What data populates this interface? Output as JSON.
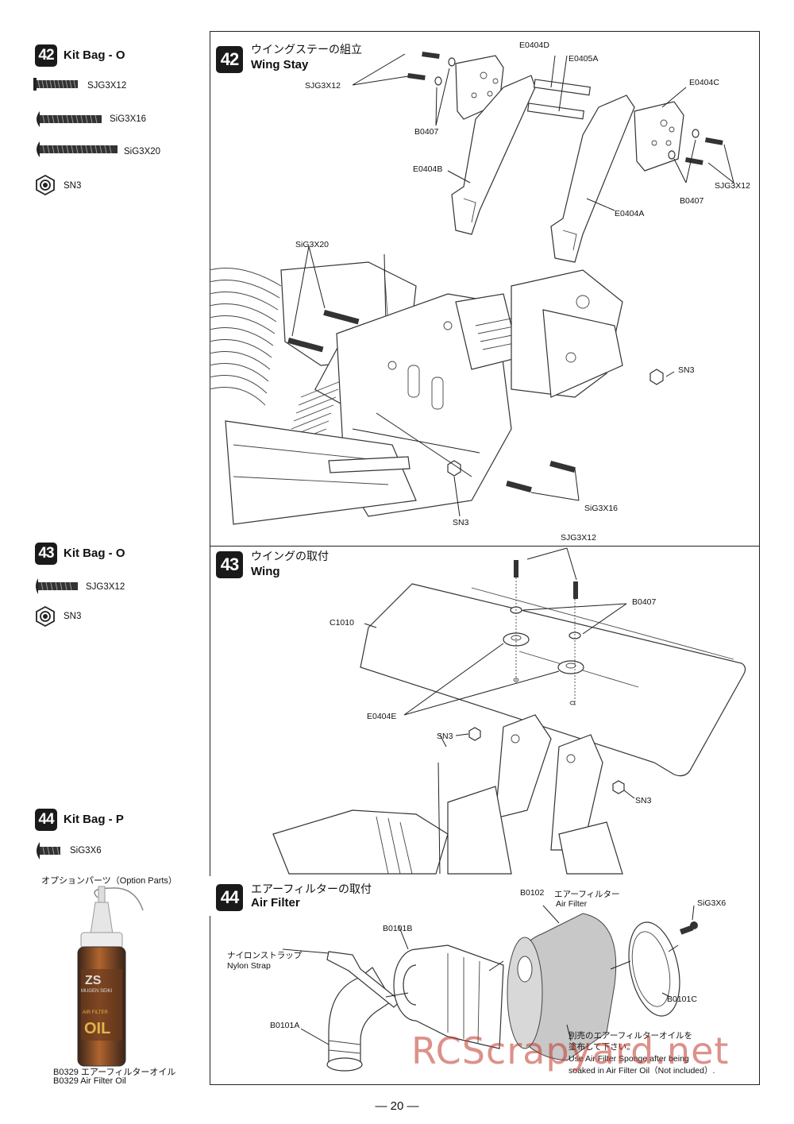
{
  "sidebar": {
    "bag42": {
      "step": "42",
      "title": "Kit Bag - O",
      "parts": [
        "SJG3X12",
        "SiG3X16",
        "SiG3X20",
        "SN3"
      ]
    },
    "bag43": {
      "step": "43",
      "title": "Kit Bag - O",
      "parts": [
        "SJG3X12",
        "SN3"
      ]
    },
    "bag44": {
      "step": "44",
      "title": "Kit Bag - P",
      "parts": [
        "SiG3X6"
      ]
    },
    "option": {
      "heading": "オプションパーツ（Option Parts）",
      "bottle_text": [
        "ZS",
        "MUGEN SEIKI",
        "AIR FILTER",
        "OIL"
      ],
      "caption_jp": "B0329 エアーフィルターオイル",
      "caption_en": "B0329 Air Filter Oil"
    }
  },
  "steps": {
    "s42": {
      "num": "42",
      "title_jp": "ウイングステーの組立",
      "title_en": "Wing Stay",
      "labels": {
        "e0404d": "E0404D",
        "e0405a": "E0405A",
        "e0404c": "E0404C",
        "sjg_left": "SJG3X12",
        "b0407_left": "B0407",
        "e0404b": "E0404B",
        "e0404a": "E0404A",
        "b0407_right": "B0407",
        "sjg_right": "SJG3X12",
        "sig20": "SiG3X20",
        "sn3_right": "SN3",
        "sig16": "SiG3X16",
        "sn3_bottom": "SN3"
      }
    },
    "s43": {
      "num": "43",
      "title_jp": "ウイングの取付",
      "title_en": "Wing",
      "labels": {
        "sjg": "SJG3X12",
        "b0407": "B0407",
        "c1010": "C1010",
        "e0404e": "E0404E",
        "sn3_left": "SN3",
        "sn3_right": "SN3"
      }
    },
    "s44": {
      "num": "44",
      "title_jp": "エアーフィルターの取付",
      "title_en": "Air Filter",
      "labels": {
        "b0102_code": "B0102",
        "b0102_jp": "エアーフィルター",
        "b0102_en": "Air Filter",
        "sig6": "SiG3X6",
        "b0101b": "B0101B",
        "strap_jp": "ナイロンストラップ",
        "strap_en": "Nylon Strap",
        "b0101c": "B0101C",
        "b0101a": "B0101A"
      },
      "note_jp_1": "別売のエアーフィルターオイルを",
      "note_jp_2": "塗布して下さい。",
      "note_en_1": "Use Air Filter Sponge after being",
      "note_en_2": "soaked in Air Filter Oil（Not included）."
    }
  },
  "page_number": "— 20 —",
  "watermark": "RCScrapyard.net"
}
